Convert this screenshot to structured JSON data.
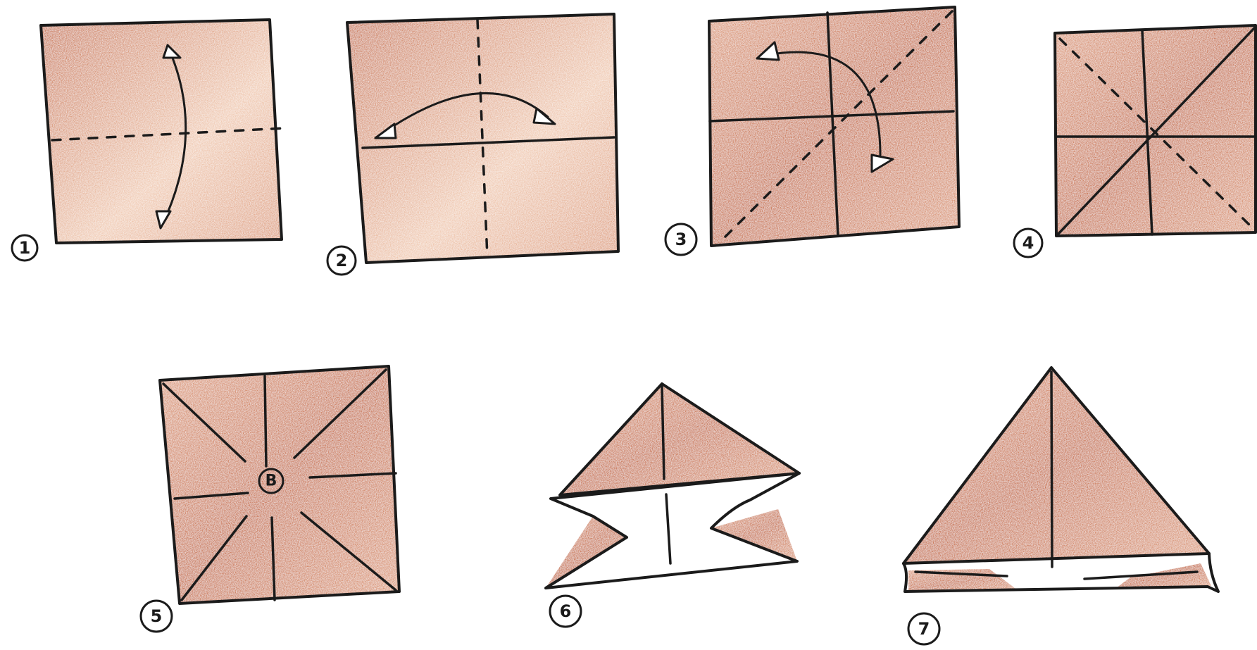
{
  "colors": {
    "paper": "#c8704a",
    "paper_light": "#dd9a78",
    "paper_pale": "#f0c9b0",
    "ink": "#1b1b1b",
    "background": "#ffffff"
  },
  "steps": [
    {
      "number": "1",
      "type": "square",
      "creases": [
        "horizontal-valley-dashed"
      ],
      "arrow": "vertical-two-way"
    },
    {
      "number": "2",
      "type": "square",
      "creases": [
        "horizontal-fold",
        "vertical-valley-dashed"
      ],
      "arrow": "horizontal-two-way"
    },
    {
      "number": "3",
      "type": "square",
      "creases": [
        "horizontal-fold",
        "vertical-fold",
        "diagonal-valley-dashed"
      ],
      "arrow": "diagonal-two-way"
    },
    {
      "number": "4",
      "type": "square",
      "creases": [
        "horizontal-fold",
        "vertical-fold",
        "diagonal-fold",
        "diagonal-valley-dashed"
      ],
      "arrow": "none"
    },
    {
      "number": "5",
      "type": "square",
      "center_label": "B",
      "creases": [
        "horizontal-fold",
        "vertical-fold",
        "both-diagonals"
      ],
      "arrow": "none"
    },
    {
      "number": "6",
      "type": "collapsing-base",
      "arrow": "none"
    },
    {
      "number": "7",
      "type": "triangle-base",
      "arrow": "none"
    }
  ]
}
